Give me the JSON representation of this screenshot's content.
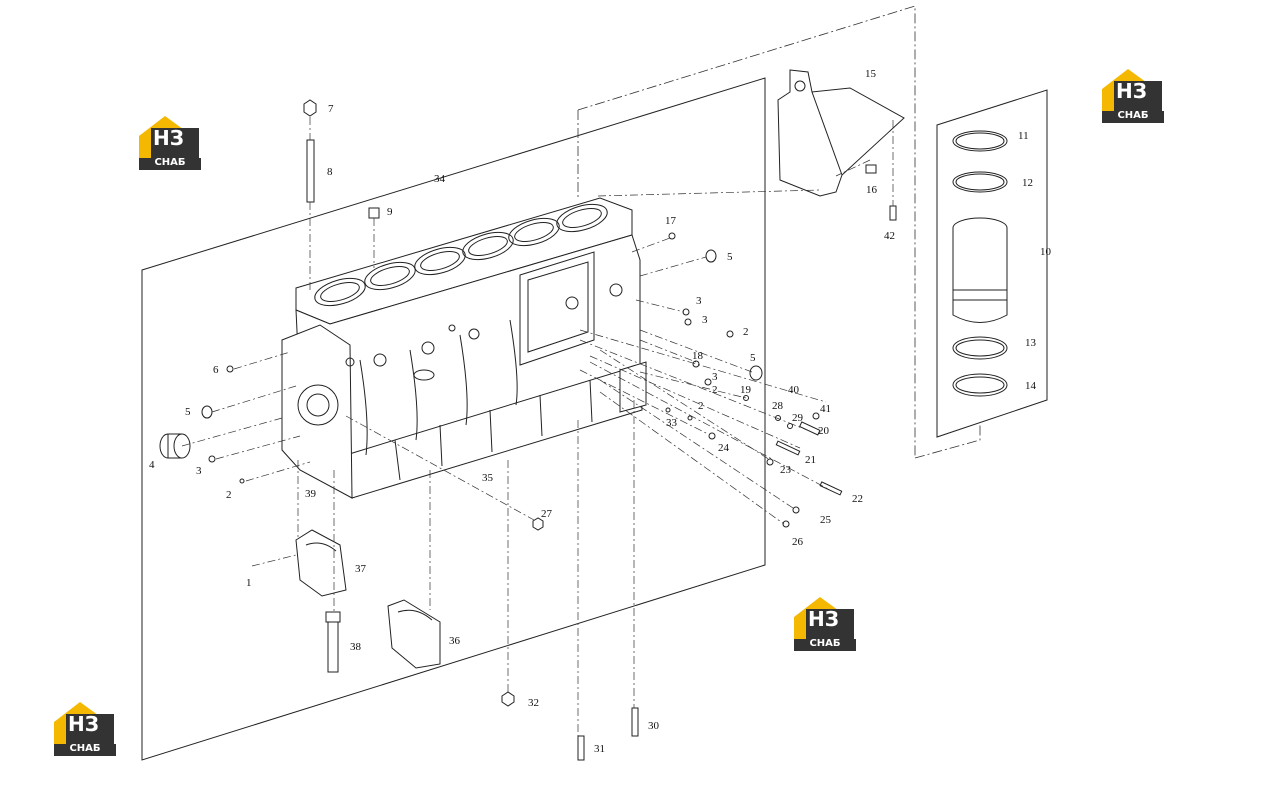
{
  "logo": {
    "top_text": "НЗ",
    "bottom_text": "СНАБ",
    "colors": {
      "yellow": "#f5b800",
      "dark": "#333333"
    }
  },
  "callouts": [
    "1",
    "2",
    "2",
    "2",
    "2",
    "3",
    "3",
    "3",
    "3",
    "4",
    "5",
    "5",
    "5",
    "6",
    "7",
    "8",
    "9",
    "10",
    "11",
    "12",
    "13",
    "14",
    "15",
    "16",
    "17",
    "18",
    "19",
    "20",
    "21",
    "22",
    "23",
    "24",
    "25",
    "26",
    "27",
    "28",
    "29",
    "30",
    "31",
    "32",
    "33",
    "34",
    "35",
    "36",
    "37",
    "38",
    "39",
    "40",
    "41",
    "42"
  ]
}
